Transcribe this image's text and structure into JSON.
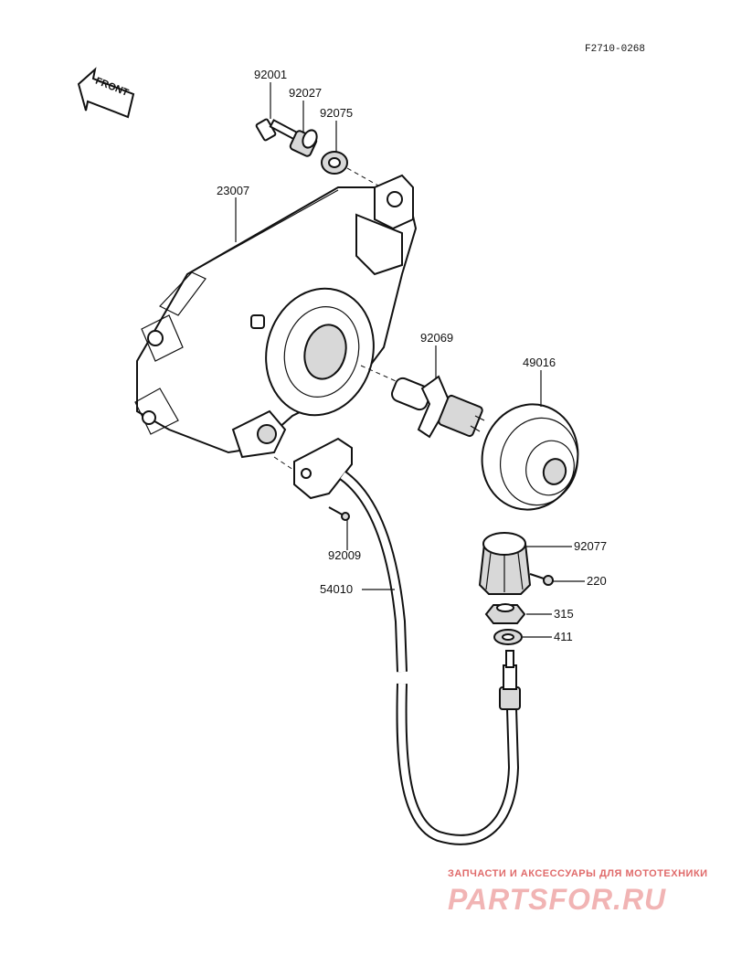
{
  "diagram_code": "F2710-0268",
  "front_label": "FRONT",
  "parts": {
    "p92001": "92001",
    "p92027": "92027",
    "p92075": "92075",
    "p23007": "23007",
    "p92069": "92069",
    "p49016": "49016",
    "p92009": "92009",
    "p54010": "54010",
    "p92077": "92077",
    "p220": "220",
    "p315": "315",
    "p411": "411"
  },
  "watermark": {
    "tagline": "ЗАПЧАСТИ И АКСЕССУАРЫ ДЛЯ МОТОТЕХНИКИ",
    "logo": "PARTSFOR.RU"
  }
}
